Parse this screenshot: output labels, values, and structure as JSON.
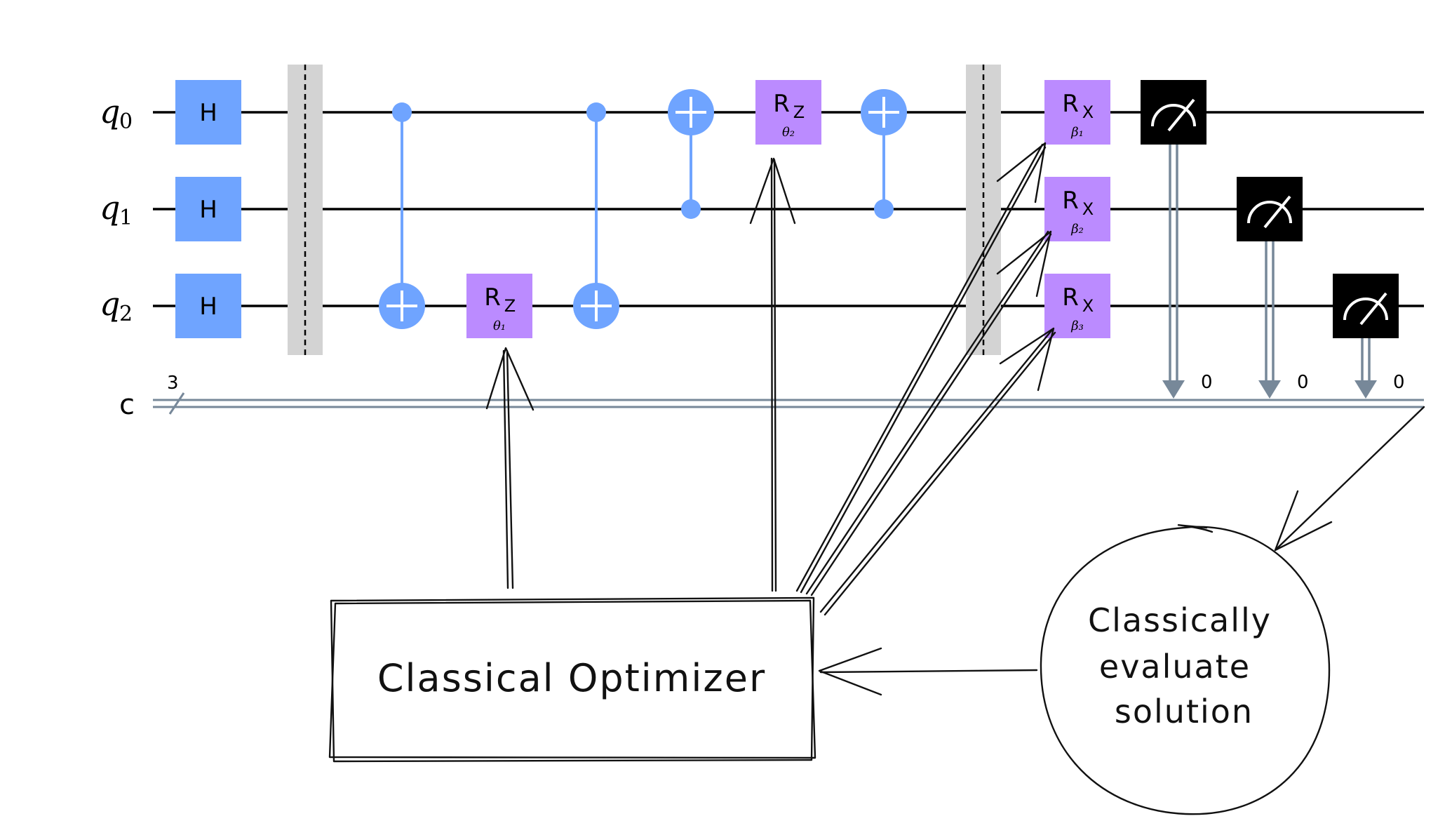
{
  "circuit": {
    "qubits": [
      {
        "name": "q",
        "index": "0"
      },
      {
        "name": "q",
        "index": "1"
      },
      {
        "name": "q",
        "index": "2"
      }
    ],
    "classical_register": {
      "name": "c",
      "size": "3"
    },
    "hadamard_label": "H",
    "rz_label": {
      "main": "R",
      "sub": "Z"
    },
    "rx_label": {
      "main": "R",
      "sub": "X"
    },
    "rz_params": [
      "θ₁",
      "θ₂"
    ],
    "rx_params": [
      "β₁",
      "β₂",
      "β₃"
    ],
    "measure_bits": [
      "0",
      "0",
      "0"
    ],
    "colors": {
      "hadamard": "#6fa4ff",
      "cnot": "#6fa4ff",
      "rotation": "#bb8bff",
      "barrier": "#bdbdbd",
      "measure": "#000000",
      "classical_wire": "#778899"
    }
  },
  "annotations": {
    "optimizer_label": "Classical Optimizer",
    "evaluate_lines": [
      "Classically",
      "evaluate",
      "solution"
    ]
  }
}
